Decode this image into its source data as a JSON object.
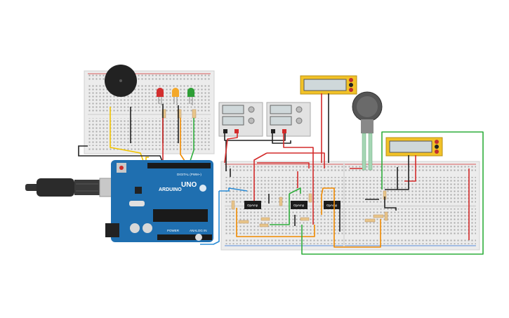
{
  "arduino": {
    "brand_label": "ARDUINO",
    "model_label": "UNO",
    "digital_label": "DIGITAL (PWM~)",
    "power_label": "POWER",
    "analog_label": "ANALOG IN"
  },
  "opamps": [
    {
      "label": "OpAmp"
    },
    {
      "label": "OpAmp"
    },
    {
      "label": "OpAmp"
    }
  ],
  "leds": [
    {
      "color": "#d32f2f"
    },
    {
      "color": "#f4a82a"
    },
    {
      "color": "#2e9e36"
    }
  ],
  "wire_colors": {
    "red": "#d32b2b",
    "black": "#222222",
    "yellow": "#f2c400",
    "orange": "#f08a00",
    "green": "#2fae3c",
    "blue": "#2a8cd6"
  },
  "board_color": "#1f6fb0"
}
